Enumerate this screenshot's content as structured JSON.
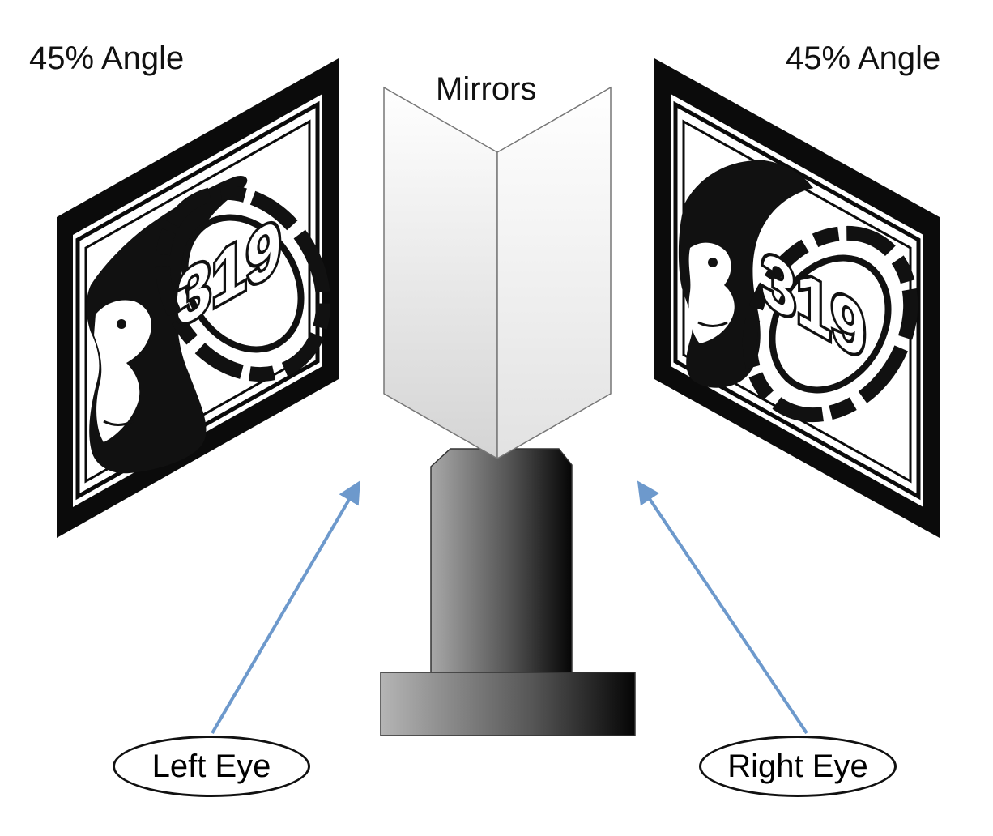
{
  "labels": {
    "angle_left": "45% Angle",
    "angle_right": "45% Angle",
    "mirrors": "Mirrors",
    "left_eye": "Left Eye",
    "right_eye": "Right Eye"
  },
  "panels": {
    "logo_text": "319"
  },
  "colors": {
    "arrow": "#6d99cc",
    "frame": "#0b0b0b",
    "mirror_face": "#f2f2f2",
    "stand_dark": "#0d0d0d",
    "stand_light": "#9a9a9a"
  }
}
